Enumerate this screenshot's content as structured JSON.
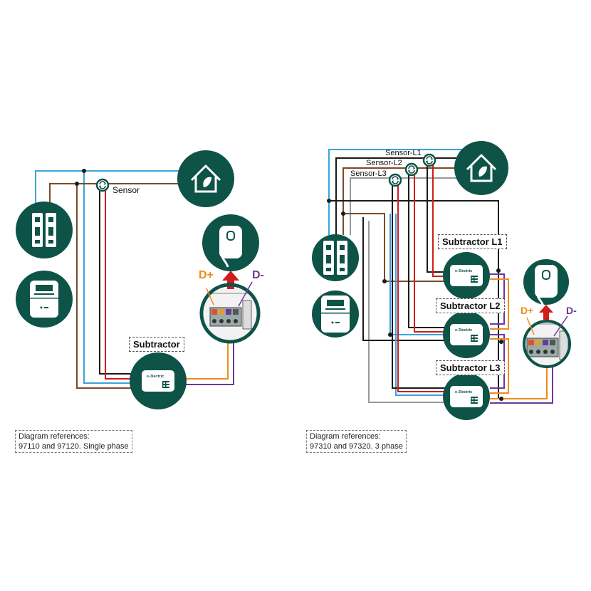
{
  "colors": {
    "green": "#0e5348",
    "blue": "#3aa3dc",
    "brown": "#7a4a2a",
    "black": "#1a1a1a",
    "grey": "#9a9a9a",
    "red": "#d01c1c",
    "orange": "#f08a1c",
    "purple": "#6a3a9a",
    "d_plus": "#f08a1c",
    "d_minus": "#6a3a9a"
  },
  "left": {
    "sensor_label": "Sensor",
    "subtractor_label": "Subtractor",
    "d_plus": "D+",
    "d_minus": "D-",
    "ref_line1": "Diagram references:",
    "ref_line2": "97110 and 97120. Single phase"
  },
  "right": {
    "sensor_l1": "Sensor-L1",
    "sensor_l2": "Sensor-L2",
    "sensor_l3": "Sensor-L3",
    "subtractor_l1": "Subtractor L1",
    "subtractor_l2": "Subtractor L2",
    "subtractor_l3": "Subtractor L3",
    "d_plus": "D+",
    "d_minus": "D-",
    "ref_line1": "Diagram references:",
    "ref_line2": "97310 and 97320. 3 phase"
  },
  "device_brand": "e-3lectric",
  "icons": [
    "house-leaf-icon",
    "breaker-icon",
    "meter-icon",
    "charger-icon",
    "terminal-block-icon",
    "sensor-clamp-icon",
    "subtractor-device-icon"
  ]
}
